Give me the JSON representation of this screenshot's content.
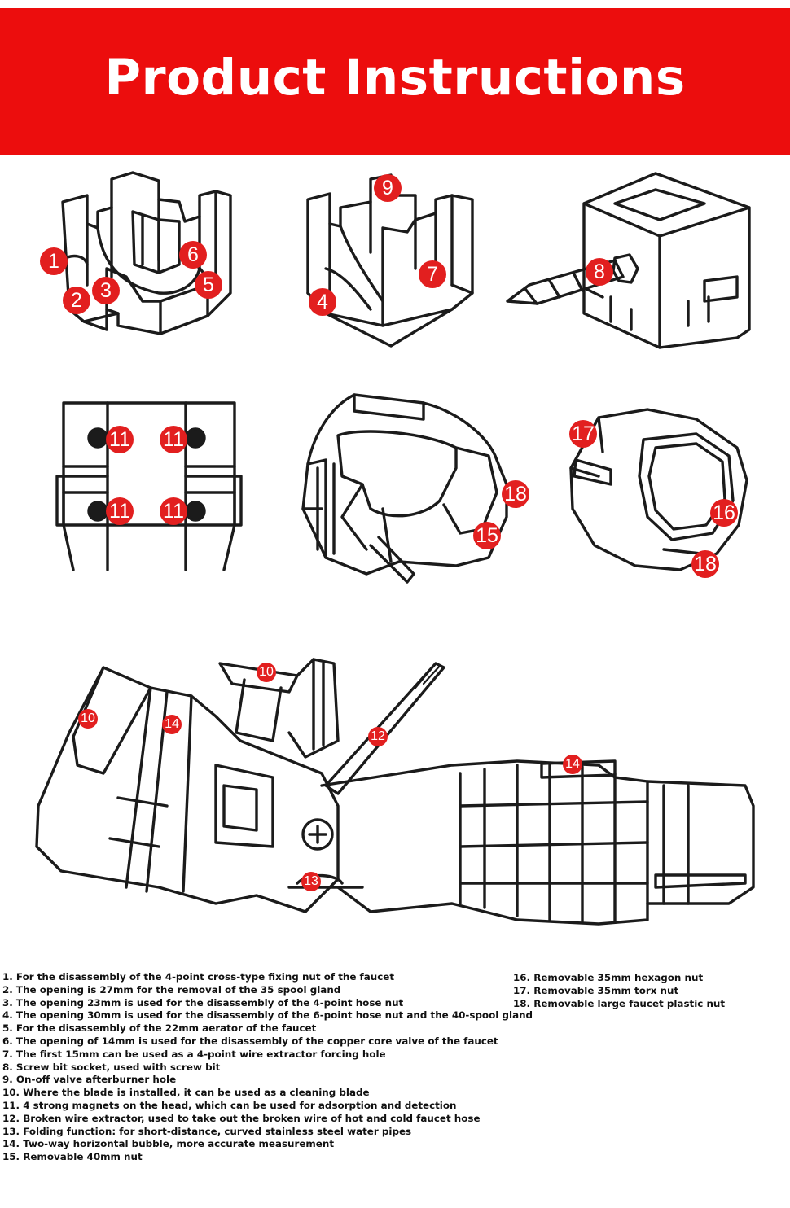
{
  "header": {
    "title": "Product Instructions"
  },
  "callouts": {
    "n1": "1",
    "n2": "2",
    "n3": "3",
    "n4": "4",
    "n5": "5",
    "n6": "6",
    "n7": "7",
    "n8": "8",
    "n9": "9",
    "n10": "10",
    "n11": "11",
    "n12": "12",
    "n13": "13",
    "n14": "14",
    "n15": "15",
    "n16": "16",
    "n17": "17",
    "n18": "18"
  },
  "legend_left": [
    "1. For the disassembly of the 4-point cross-type fixing nut of the faucet",
    "2. The opening is 27mm for the removal of the 35 spool gland",
    "3. The opening 23mm is used for the disassembly of the 4-point hose nut",
    "4. The opening 30mm is used for the disassembly of the 6-point hose nut and the 40-spool gland",
    "5. For the disassembly of the 22mm aerator of the faucet",
    "6. The opening of 14mm is used for the disassembly of the copper core valve of the faucet",
    "7. The first 15mm can be used as a 4-point wire extractor forcing hole",
    "8. Screw bit socket, used with screw bit",
    "9. On-off valve afterburner hole",
    "10. Where the blade is installed, it can be used as a cleaning blade",
    "11. 4 strong magnets on the head, which can be used for adsorption and detection",
    "12. Broken wire extractor, used to take out the broken wire of hot and cold faucet hose",
    "13. Folding function: for short-distance, curved stainless steel water pipes",
    "14. Two-way horizontal bubble, more accurate measurement",
    "15. Removable 40mm nut"
  ],
  "legend_right": [
    "16. Removable 35mm hexagon nut",
    "17. Removable 35mm torx nut",
    "18. Removable large faucet plastic nut"
  ],
  "colors": {
    "banner": "#ec0d0d",
    "badge": "#e21f1f",
    "line": "#1b1b1b"
  }
}
